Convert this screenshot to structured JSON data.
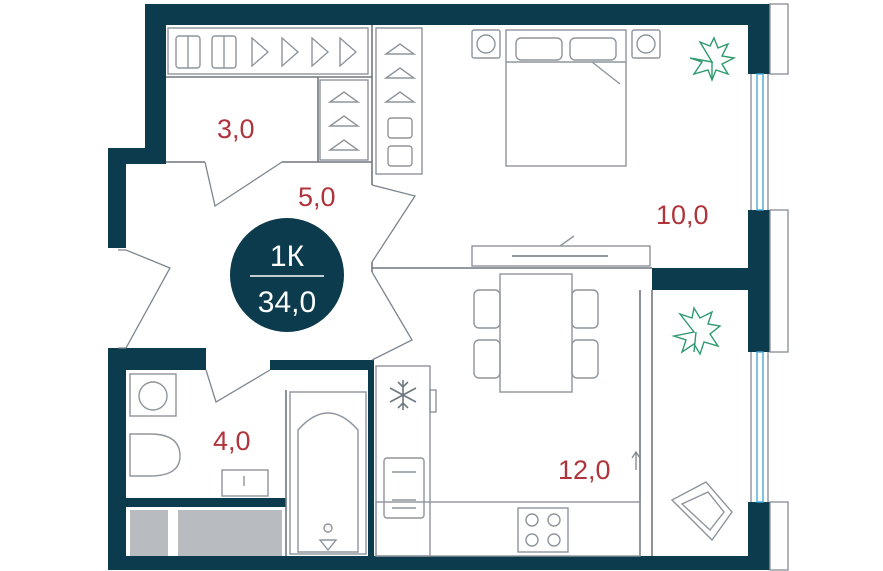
{
  "apartment": {
    "type_label": "1К",
    "total_area": "34,0",
    "badge_color": "#0b3b4c"
  },
  "rooms": [
    {
      "id": "wardrobe",
      "area": "3,0"
    },
    {
      "id": "hallway",
      "area": "5,0"
    },
    {
      "id": "bedroom",
      "area": "10,0"
    },
    {
      "id": "bathroom",
      "area": "4,0"
    },
    {
      "id": "kitchen-living",
      "area": "12,0"
    }
  ],
  "colors": {
    "wall": "#0b3b4c",
    "area_label": "#b0343c",
    "window_glass": "#4aa8d8",
    "plant": "#2e9a6e",
    "fixture_gray": "#b8bcc0"
  },
  "icons": [
    "snowflake-icon",
    "plant-icon",
    "hanger-icon",
    "folded-shirt-icon"
  ]
}
